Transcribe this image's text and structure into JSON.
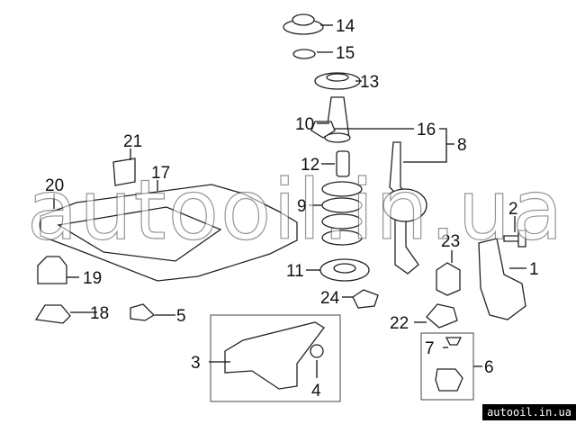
{
  "diagram": {
    "callouts": [
      "1",
      "2",
      "3",
      "4",
      "5",
      "6",
      "7",
      "8",
      "9",
      "10",
      "11",
      "12",
      "13",
      "14",
      "15",
      "16",
      "17",
      "18",
      "19",
      "20",
      "21",
      "22",
      "23",
      "24"
    ]
  },
  "watermark": "autooil.in.ua",
  "footer": "autooil.in.ua"
}
